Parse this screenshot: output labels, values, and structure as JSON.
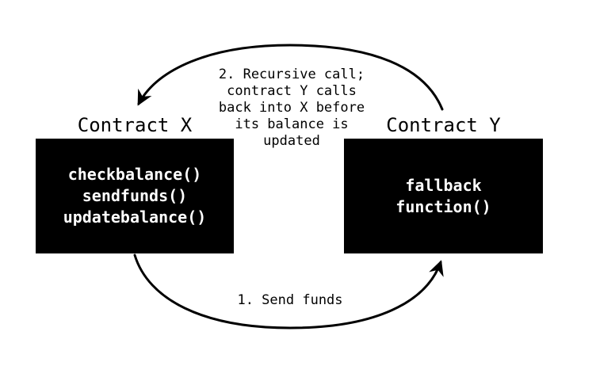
{
  "diagram": {
    "title_implicit": "Reentrancy call flow between two contracts",
    "colors": {
      "background": "#ffffff",
      "ink": "#000000",
      "box_fill": "#000000",
      "box_text": "#ffffff"
    },
    "contract_x": {
      "label": "Contract X",
      "functions": "checkbalance()\nsendfunds()\nupdatebalance()"
    },
    "contract_y": {
      "label": "Contract Y",
      "functions": "fallback\nfunction()"
    },
    "arrows": {
      "send_funds": {
        "label": "1. Send funds",
        "from": "Contract X",
        "to": "Contract Y"
      },
      "recursive_call": {
        "label": "2. Recursive call;\ncontract Y calls\nback into X before\nits balance is\nupdated",
        "from": "Contract Y",
        "to": "Contract X"
      }
    }
  }
}
